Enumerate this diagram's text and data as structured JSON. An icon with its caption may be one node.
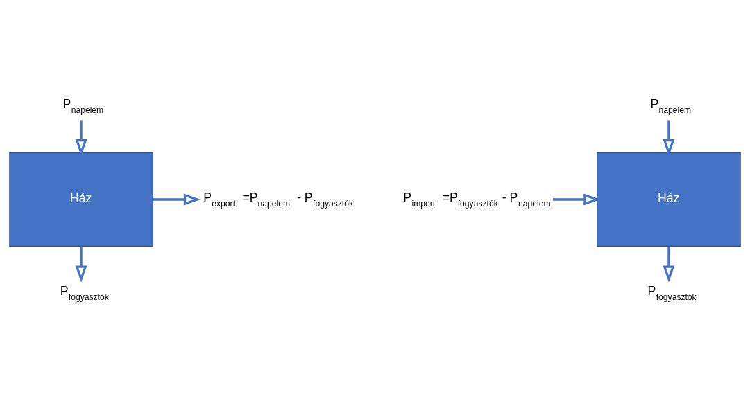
{
  "diagram": {
    "nodes": [
      {
        "text": [
          "P$_{napelem}$"
        ]
      },
      {
        "text": [
          "Ház"
        ]
      },
      {
        "text": [
          "P$_{export}$ =P$_{napelem}$ - P$_{fogyasztók}$"
        ]
      },
      {
        "text": [
          "P$_{import}$ =P$_{fogyasztók}$ - P$_{napelem}$"
        ]
      },
      {
        "text": [
          "P$_{napelem}$"
        ]
      },
      {
        "text": [
          "Ház"
        ]
      },
      {
        "text": [
          "P$_{fogyasztók}$"
        ]
      },
      {
        "text": [
          "P$_{fogyasztók}$"
        ]
      }
    ],
    "edges": [
      {
        "from": 0,
        "to": 1,
        "arrow": "to"
      },
      {
        "from": 1,
        "to": 6,
        "arrow": "to"
      },
      {
        "from": 1,
        "to": 2,
        "arrow": "to"
      },
      {
        "from": 3,
        "to": 5,
        "arrow": "to"
      },
      {
        "from": 4,
        "to": 5,
        "arrow": "to"
      },
      {
        "from": 5,
        "to": 7,
        "arrow": "to"
      }
    ]
  }
}
